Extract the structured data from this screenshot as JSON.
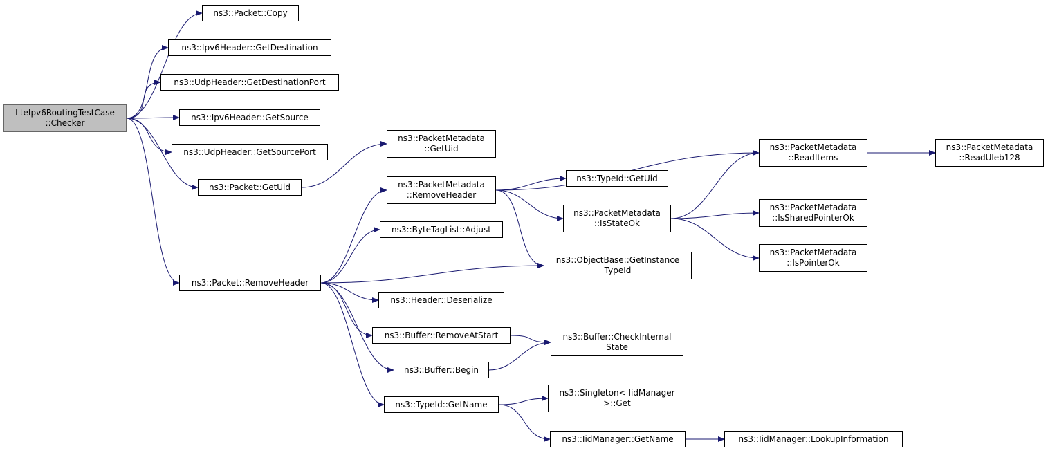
{
  "colors": {
    "edge": "#191970",
    "root_fill": "#bfbfbf",
    "node_fill": "#ffffff",
    "border": "#000000"
  },
  "nodes": {
    "root": [
      "LteIpv6RoutingTestCase",
      "::Checker"
    ],
    "packet_copy": [
      "ns3::Packet::Copy"
    ],
    "ipv6_get_destination": [
      "ns3::Ipv6Header::GetDestination"
    ],
    "udp_get_destination_port": [
      "ns3::UdpHeader::GetDestinationPort"
    ],
    "ipv6_get_source": [
      "ns3::Ipv6Header::GetSource"
    ],
    "udp_get_source_port": [
      "ns3::UdpHeader::GetSourcePort"
    ],
    "packet_get_uid": [
      "ns3::Packet::GetUid"
    ],
    "packet_remove_header": [
      "ns3::Packet::RemoveHeader"
    ],
    "metadata_get_uid": [
      "ns3::PacketMetadata",
      "::GetUid"
    ],
    "metadata_remove_header": [
      "ns3::PacketMetadata",
      "::RemoveHeader"
    ],
    "bytetaglist_adjust": [
      "ns3::ByteTagList::Adjust"
    ],
    "header_deserialize": [
      "ns3::Header::Deserialize"
    ],
    "buffer_remove_at_start": [
      "ns3::Buffer::RemoveAtStart"
    ],
    "buffer_begin": [
      "ns3::Buffer::Begin"
    ],
    "typeid_get_name": [
      "ns3::TypeId::GetName"
    ],
    "metadata_read_items": [
      "ns3::PacketMetadata",
      "::ReadItems"
    ],
    "typeid_get_uid": [
      "ns3::TypeId::GetUid"
    ],
    "metadata_is_state_ok": [
      "ns3::PacketMetadata",
      "::IsStateOk"
    ],
    "objectbase_get_instance_typeid": [
      "ns3::ObjectBase::GetInstance",
      "TypeId"
    ],
    "buffer_check_internal_state": [
      "ns3::Buffer::CheckInternal",
      "State"
    ],
    "singleton_get": [
      "ns3::Singleton< IidManager",
      " >::Get"
    ],
    "iidmanager_get_name": [
      "ns3::IidManager::GetName"
    ],
    "metadata_read_uleb128": [
      "ns3::PacketMetadata",
      "::ReadUleb128"
    ],
    "metadata_is_shared_pointer_ok": [
      "ns3::PacketMetadata",
      "::IsSharedPointerOk"
    ],
    "metadata_is_pointer_ok": [
      "ns3::PacketMetadata",
      "::IsPointerOk"
    ],
    "iidmanager_lookup_information": [
      "ns3::IidManager::LookupInformation"
    ]
  },
  "edges": [
    [
      "root",
      "packet_copy"
    ],
    [
      "root",
      "ipv6_get_destination"
    ],
    [
      "root",
      "udp_get_destination_port"
    ],
    [
      "root",
      "ipv6_get_source"
    ],
    [
      "root",
      "udp_get_source_port"
    ],
    [
      "root",
      "packet_get_uid"
    ],
    [
      "root",
      "packet_remove_header"
    ],
    [
      "packet_get_uid",
      "metadata_get_uid"
    ],
    [
      "packet_remove_header",
      "metadata_remove_header"
    ],
    [
      "packet_remove_header",
      "bytetaglist_adjust"
    ],
    [
      "packet_remove_header",
      "objectbase_get_instance_typeid"
    ],
    [
      "packet_remove_header",
      "header_deserialize"
    ],
    [
      "packet_remove_header",
      "buffer_remove_at_start"
    ],
    [
      "packet_remove_header",
      "buffer_begin"
    ],
    [
      "packet_remove_header",
      "typeid_get_name"
    ],
    [
      "metadata_remove_header",
      "metadata_read_items"
    ],
    [
      "metadata_remove_header",
      "typeid_get_uid"
    ],
    [
      "metadata_remove_header",
      "metadata_is_state_ok"
    ],
    [
      "metadata_remove_header",
      "objectbase_get_instance_typeid"
    ],
    [
      "metadata_is_state_ok",
      "metadata_read_items"
    ],
    [
      "metadata_is_state_ok",
      "metadata_is_shared_pointer_ok"
    ],
    [
      "metadata_is_state_ok",
      "metadata_is_pointer_ok"
    ],
    [
      "metadata_read_items",
      "metadata_read_uleb128"
    ],
    [
      "buffer_remove_at_start",
      "buffer_check_internal_state"
    ],
    [
      "buffer_begin",
      "buffer_check_internal_state"
    ],
    [
      "typeid_get_name",
      "singleton_get"
    ],
    [
      "typeid_get_name",
      "iidmanager_get_name"
    ],
    [
      "iidmanager_get_name",
      "iidmanager_lookup_information"
    ]
  ]
}
